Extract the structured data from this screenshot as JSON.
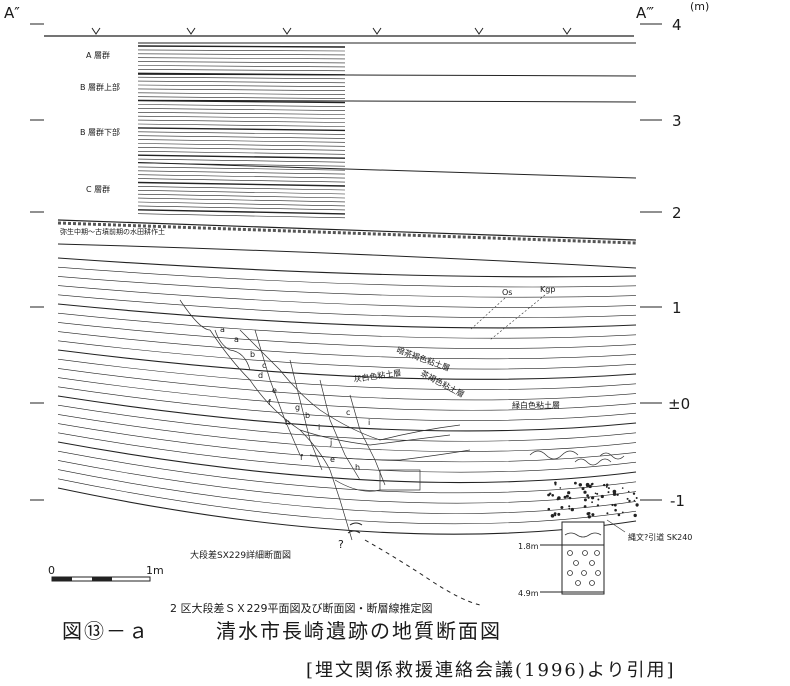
{
  "section": {
    "corner_left": "A″",
    "corner_right": "A‴",
    "unit": "(m)",
    "elevation_ticks": [
      "4",
      "3",
      "2",
      "1",
      "±0",
      "-1"
    ]
  },
  "layer_labels": {
    "a": "A 層群",
    "b_upper": "B 層群上部",
    "b_lower": "B 層群下部",
    "c": "C 層群",
    "paddy": "弥生中期～古墳前期の水田耕作土",
    "os": "Os",
    "kgp": "Kgp",
    "dark_brown_clay": "暗茶褐色粘土層",
    "gray_clay": "灰白色粘土層",
    "brown_clay": "茶褐色粘土層",
    "green_gray_clay": "緑白色粘土層"
  },
  "annotations": {
    "detail_section": "大段差SX229詳細断面図",
    "jomon_pit": "縄文?引道 SK240",
    "depth_top": "1.8m",
    "depth_bottom": "4.9m",
    "question": "?",
    "scale_zero": "0",
    "scale_one": "1m"
  },
  "caption": {
    "subtitle": "2 区大段差ＳＸ229平面図及び断面図・断層線推定図",
    "figure_no": "図⑬－ａ",
    "title": "清水市長崎遺跡の地質断面図",
    "source": "[埋文関係救援連絡会議(1996)より引用]"
  }
}
